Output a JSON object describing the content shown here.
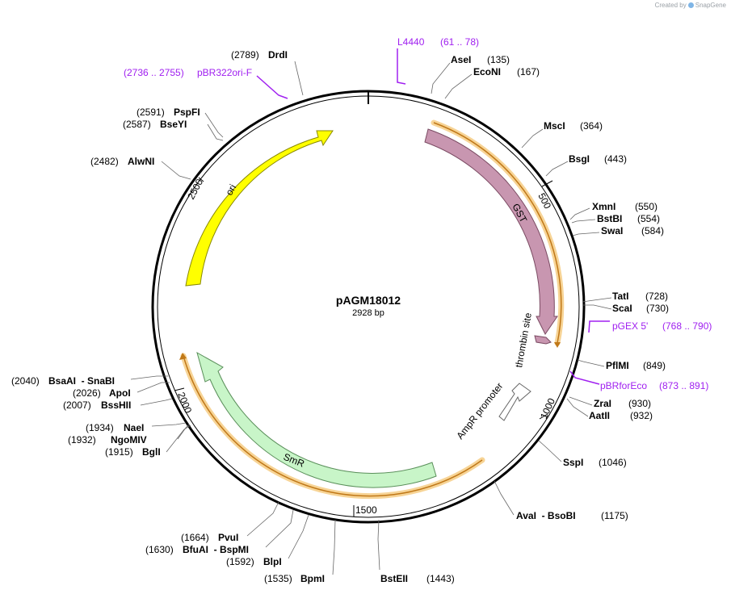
{
  "credit": {
    "prefix": "Created by",
    "brand": "SnapGene"
  },
  "plasmid": {
    "name": "pAGM18012",
    "length_label": "2928 bp",
    "length": 2928
  },
  "tick_labels": [
    "500",
    "1000",
    "1500",
    "2000",
    "2500"
  ],
  "features": [
    {
      "name": "GST",
      "type": "gene",
      "color": "#c896b0"
    },
    {
      "name": "thrombin site",
      "type": "site",
      "color": "#c896b0"
    },
    {
      "name": "AmpR promoter",
      "type": "promoter",
      "color": "#ffffff"
    },
    {
      "name": "SmR",
      "type": "gene",
      "color": "#c8f5c8"
    },
    {
      "name": "ori",
      "type": "origin",
      "color": "#ffff00"
    }
  ],
  "enzymes": [
    {
      "name": "AseI",
      "pos": "(135)"
    },
    {
      "name": "EcoNI",
      "pos": "(167)"
    },
    {
      "name": "MscI",
      "pos": "(364)"
    },
    {
      "name": "BsgI",
      "pos": "(443)"
    },
    {
      "name": "XmnI",
      "pos": "(550)"
    },
    {
      "name": "BstBI",
      "pos": "(554)"
    },
    {
      "name": "SwaI",
      "pos": "(584)"
    },
    {
      "name": "TatI",
      "pos": "(728)"
    },
    {
      "name": "ScaI",
      "pos": "(730)"
    },
    {
      "name": "PflMI",
      "pos": "(849)"
    },
    {
      "name": "ZraI",
      "pos": "(930)"
    },
    {
      "name": "AatII",
      "pos": "(932)"
    },
    {
      "name": "SspI",
      "pos": "(1046)"
    },
    {
      "name": "AvaI  - BsoBI",
      "pos": "(1175)"
    },
    {
      "name": "BstEII",
      "pos": "(1443)"
    },
    {
      "name": "BpmI",
      "pos": "(1535)"
    },
    {
      "name": "BlpI",
      "pos": "(1592)"
    },
    {
      "name": "BfuAI  - BspMI",
      "pos": "(1630)"
    },
    {
      "name": "PvuI",
      "pos": "(1664)"
    },
    {
      "name": "BglI",
      "pos": "(1915)"
    },
    {
      "name": "NgoMIV",
      "pos": "(1932)"
    },
    {
      "name": "NaeI",
      "pos": "(1934)"
    },
    {
      "name": "BssHII",
      "pos": "(2007)"
    },
    {
      "name": "ApoI",
      "pos": "(2026)"
    },
    {
      "name": "BsaAI  - SnaBI",
      "pos": "(2040)"
    },
    {
      "name": "AlwNI",
      "pos": "(2482)"
    },
    {
      "name": "BseYI",
      "pos": "(2587)"
    },
    {
      "name": "PspFI",
      "pos": "(2591)"
    },
    {
      "name": "DrdI",
      "pos": "(2789)"
    }
  ],
  "primers": [
    {
      "name": "L4440",
      "range": "(61 .. 78)"
    },
    {
      "name": "pGEX 5'",
      "range": "(768 .. 790)"
    },
    {
      "name": "pBRforEco",
      "range": "(873 .. 891)"
    },
    {
      "name": "pBR322ori-F",
      "range": "(2736 .. 2755)"
    }
  ],
  "colors": {
    "primer": "#a020f0",
    "orange_highlight": "#f0a030",
    "ring": "#000000"
  }
}
